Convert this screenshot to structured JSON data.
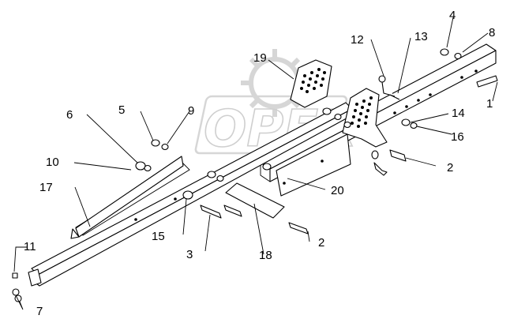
{
  "watermark": {
    "brand_text": "OPEX",
    "color": "#cfcfcf"
  },
  "callouts": {
    "c1": "1",
    "c2a": "2",
    "c2b": "2",
    "c3": "3",
    "c4": "4",
    "c5": "5",
    "c6": "6",
    "c7": "7",
    "c8": "8",
    "c9": "9",
    "c10": "10",
    "c11": "11",
    "c12": "12",
    "c13": "13",
    "c14": "14",
    "c15": "15",
    "c16": "16",
    "c17": "17",
    "c18": "18",
    "c19": "19",
    "c20": "20"
  },
  "colors": {
    "line": "#000000",
    "background": "#ffffff",
    "watermark": "#cfcfcf"
  }
}
